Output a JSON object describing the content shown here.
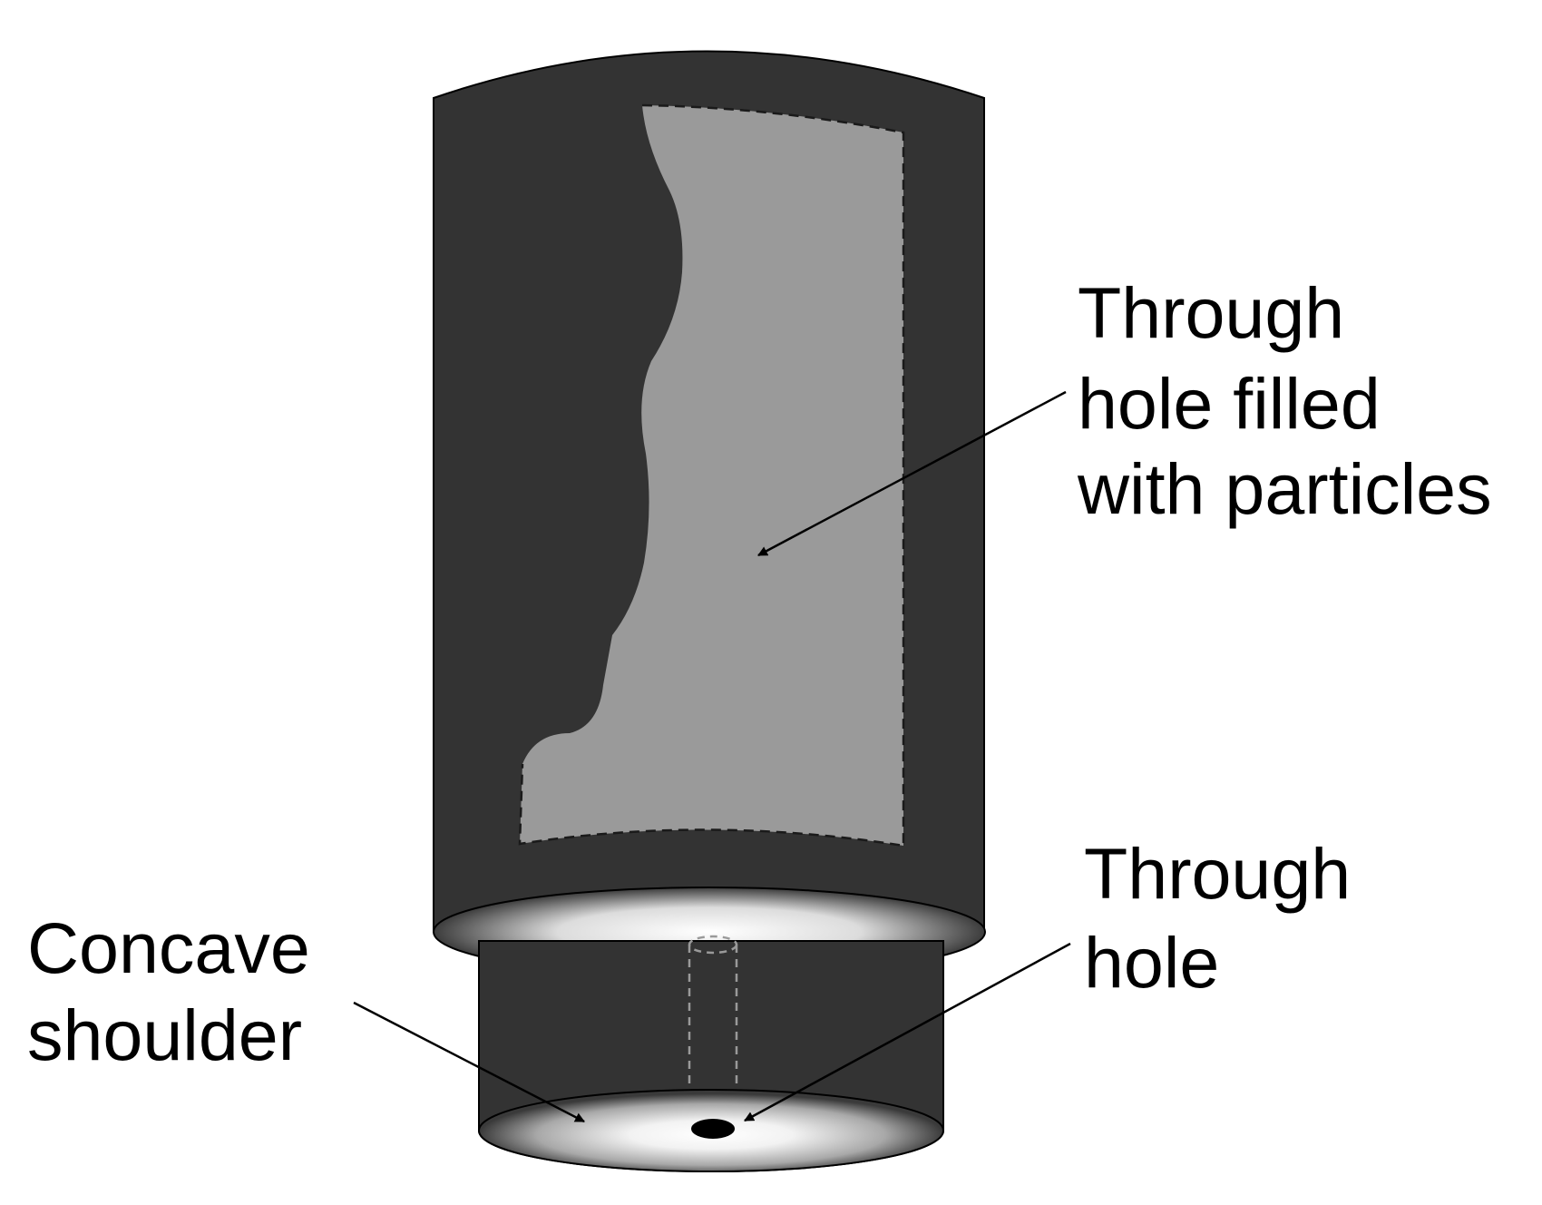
{
  "labels": {
    "filled_hole": [
      "Through",
      "hole filled",
      "with particles"
    ],
    "through_hole": [
      "Through",
      "hole"
    ],
    "concave_shoulder": [
      "Concave",
      "shoulder"
    ]
  },
  "colors": {
    "tool_body": "#333333",
    "particle_region": "#9a9a9a",
    "shoulder_highlight": "#ffffff",
    "shoulder_shadow": "#3a3a3a",
    "outline": "#000000",
    "text": "#000000"
  }
}
